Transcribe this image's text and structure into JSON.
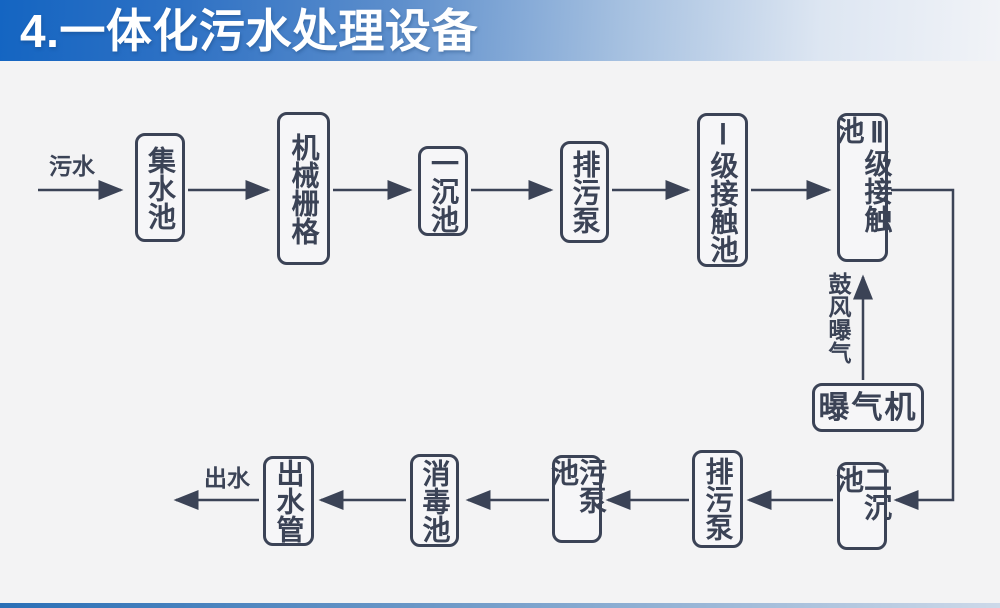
{
  "title": "4.一体化污水处理设备",
  "colors": {
    "title_bar_blue": "#1465c2",
    "ink": "#3b4356",
    "background": "#f3f3f4"
  },
  "flowchart": {
    "inflow_label": "污水",
    "outflow_label": "出水",
    "aeration_label": "鼓风曝气",
    "nodes": [
      {
        "name": "collecting-tank",
        "label": "集水池"
      },
      {
        "name": "mechanical-grid",
        "label": "机械栅格"
      },
      {
        "name": "primary-sedimentation-tank",
        "label": "一沉池"
      },
      {
        "name": "sewage-discharge-pump-top",
        "label": "排污泵"
      },
      {
        "name": "stage-1-contact-tank",
        "label": "Ⅰ级接触池"
      },
      {
        "name": "stage-2-contact-tank",
        "label": "Ⅱ级接触池"
      },
      {
        "name": "aerator",
        "label": "曝气机"
      },
      {
        "name": "secondary-sedimentation-tank",
        "label": "二沉池"
      },
      {
        "name": "sewage-discharge-pump-bottom",
        "label": "排污泵"
      },
      {
        "name": "sludge-pump-tank",
        "label": "污泵池"
      },
      {
        "name": "disinfection-tank",
        "label": "消毒池"
      },
      {
        "name": "outlet-pipe",
        "label": "出水管"
      }
    ]
  }
}
